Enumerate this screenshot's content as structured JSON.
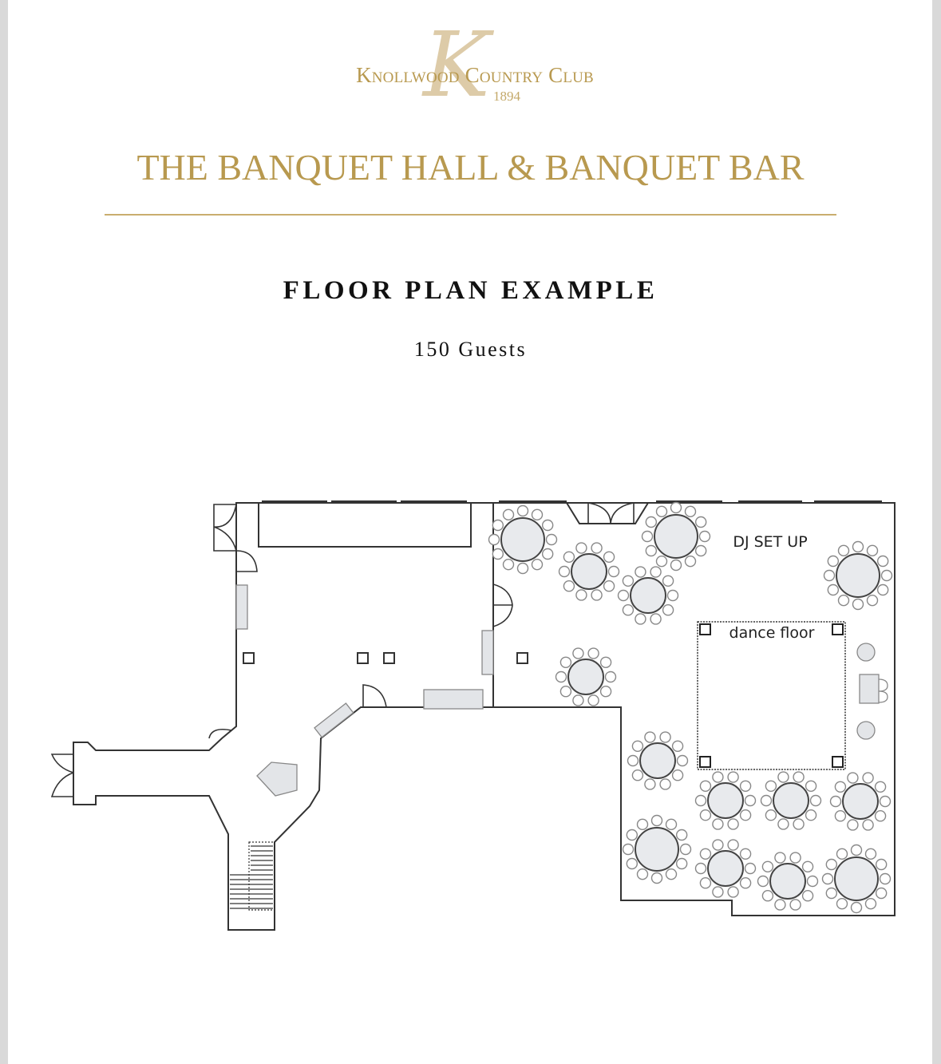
{
  "logo": {
    "name": "Knollwood Country Club",
    "monogram": "K",
    "year": "1894"
  },
  "header": {
    "title": "THE BANQUET HALL & BANQUET BAR"
  },
  "section": {
    "title": "FLOOR PLAN EXAMPLE",
    "guests": "150 Guests"
  },
  "floor_plan": {
    "dj_label": "DJ SET UP",
    "dance_floor_label": "dance floor",
    "colors": {
      "accent": "#b8994f",
      "wall": "#333333",
      "table_fill": "#e8eaed"
    }
  }
}
